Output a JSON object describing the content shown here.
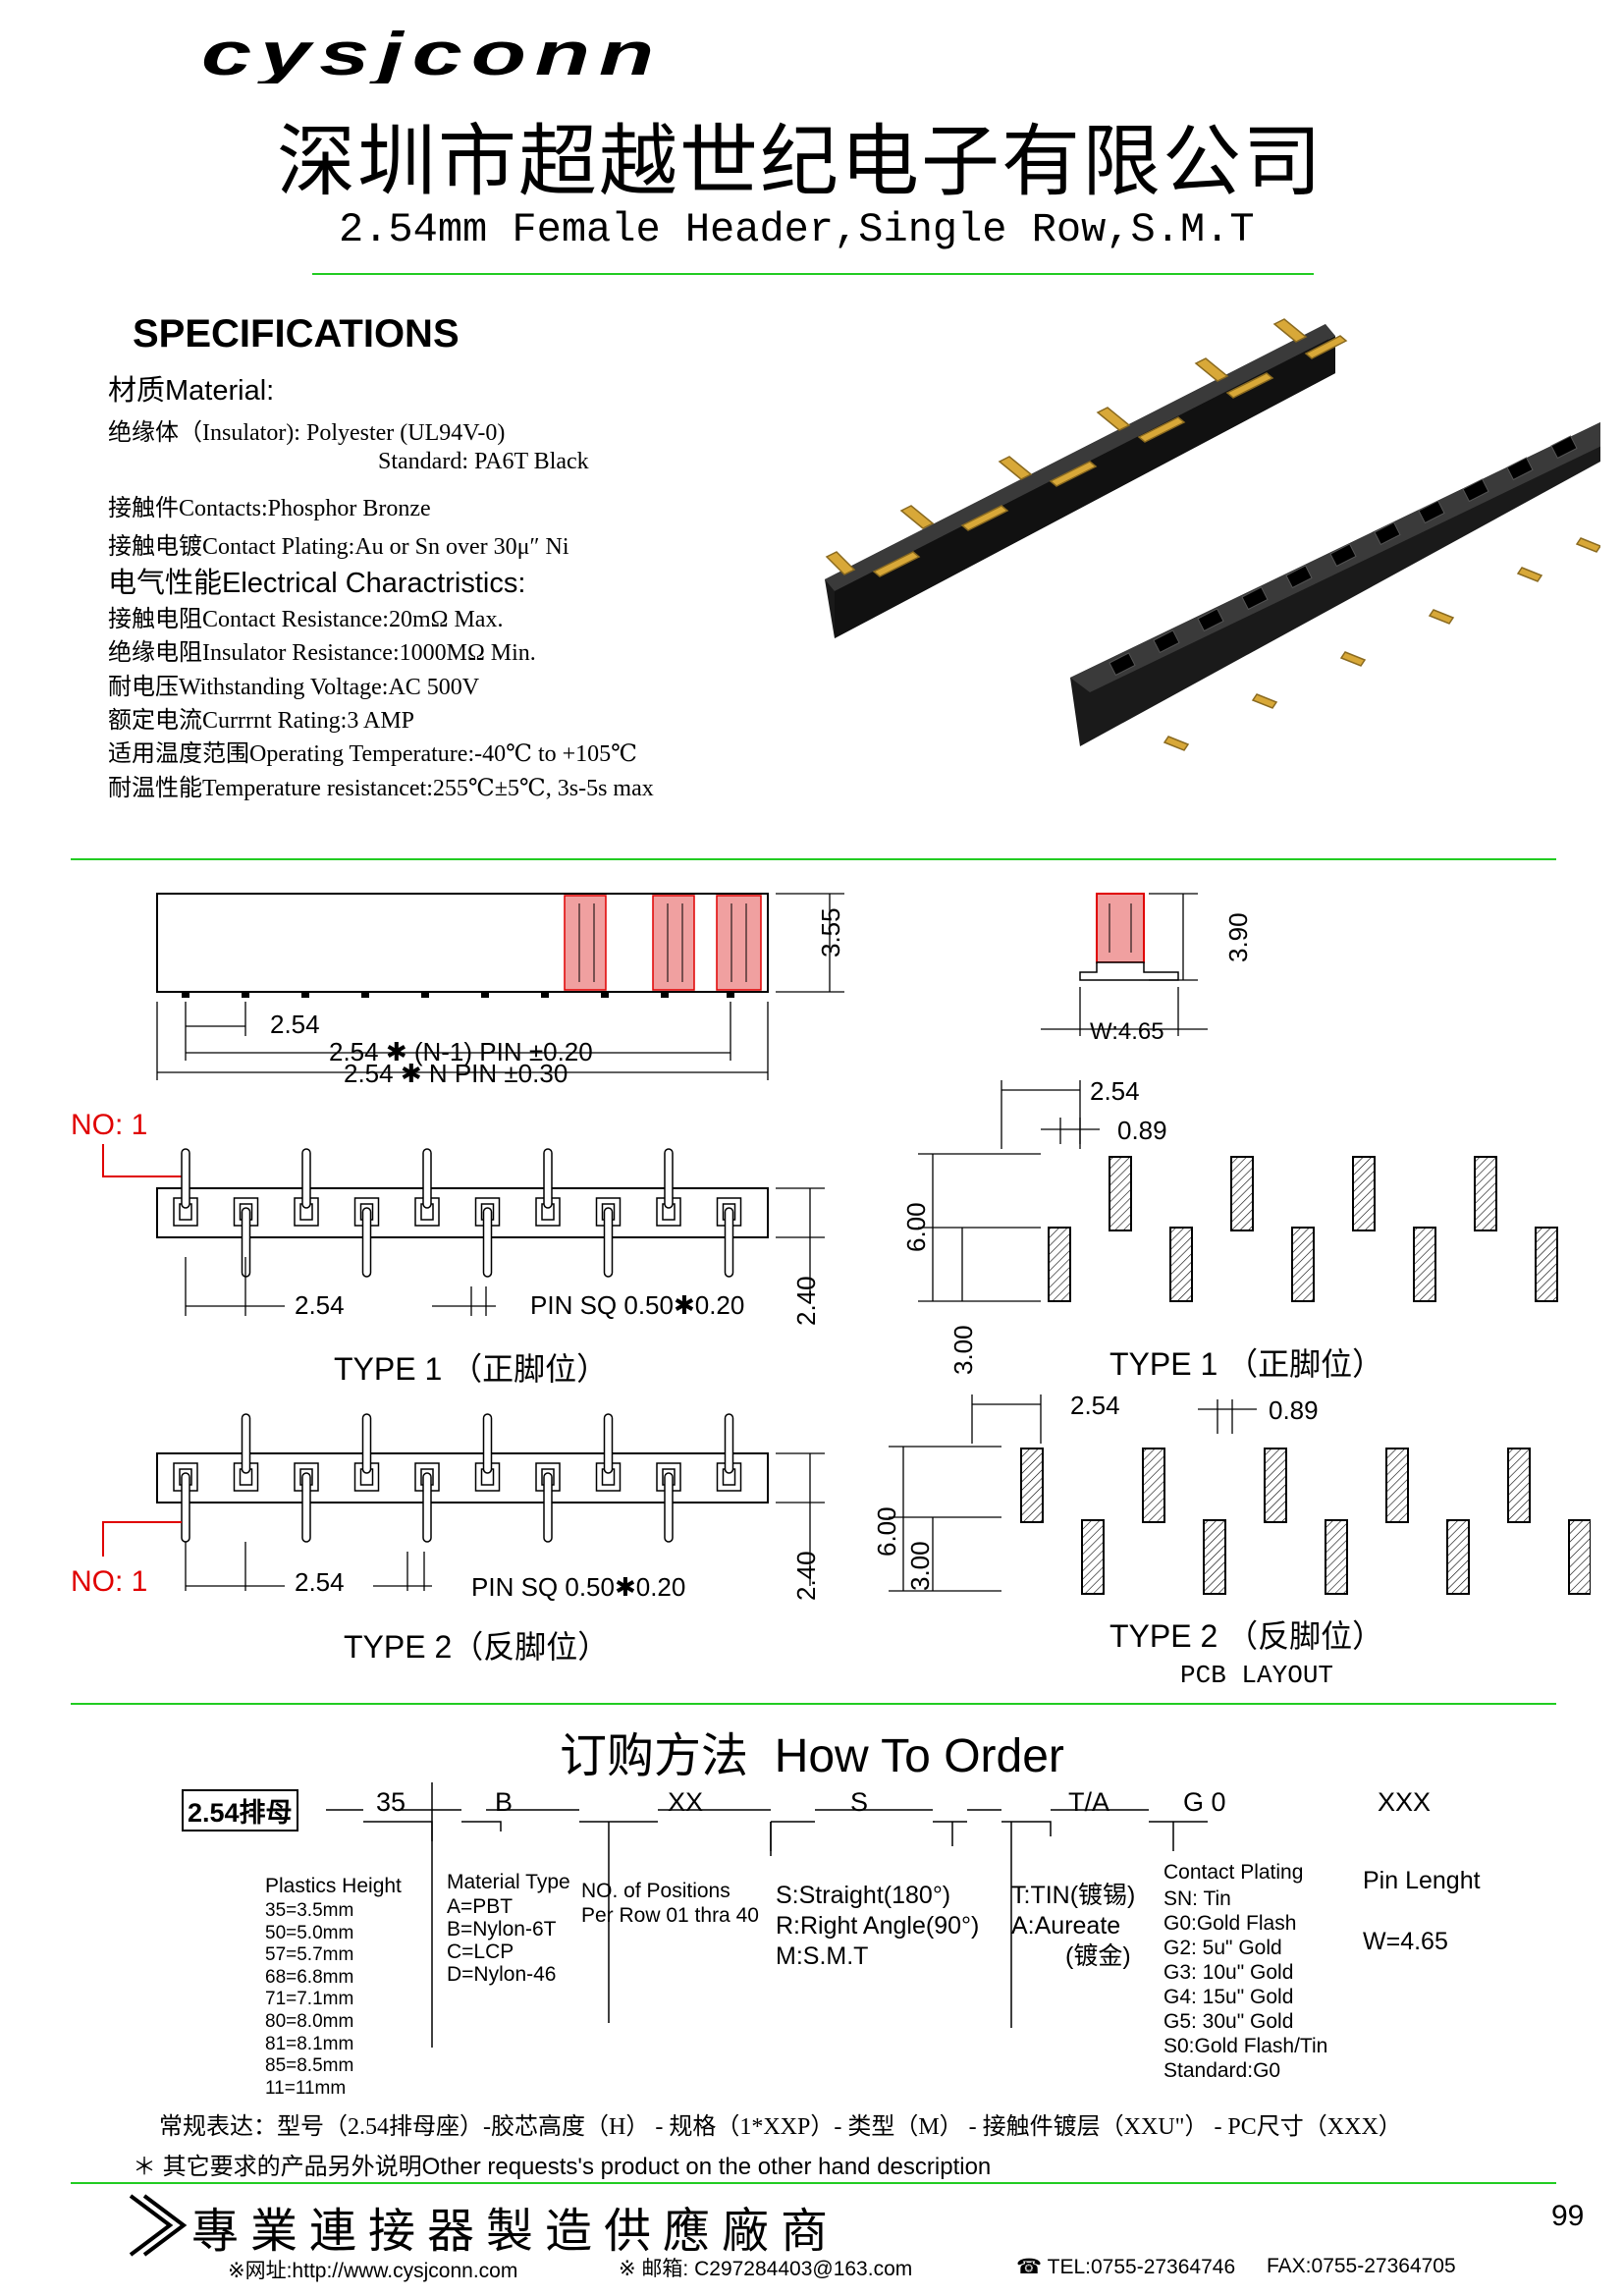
{
  "header": {
    "logo_text": "cysjconn",
    "company_cn": "深圳市超越世纪电子有限公司",
    "product_title": "2.54mm Female Header,Single Row,S.M.T"
  },
  "specs": {
    "heading": "SPECIFICATIONS",
    "material_heading": "材质Material:",
    "insulator_line": "绝缘体（Insulator): Polyester (UL94V-0)",
    "insulator_standard": "Standard: PA6T Black",
    "contacts_line": "接触件Contacts:Phosphor Bronze",
    "plating_line": "接触电镀Contact Plating:Au or Sn over 30μ″ Ni",
    "electrical_heading": "电气性能Electrical Charactristics:",
    "contact_resistance": "接触电阻Contact Resistance:20mΩ Max.",
    "insulator_resistance": "绝缘电阻Insulator Resistance:1000MΩ Min.",
    "withstanding_voltage": "耐电压Withstanding Voltage:AC 500V",
    "current_rating": "额定电流Currrnt Rating:3 AMP",
    "operating_temp": "适用温度范围Operating Temperature:-40℃ to +105℃",
    "temp_resistance": "耐温性能Temperature resistancet:255℃±5℃, 3s-5s max"
  },
  "drawing": {
    "dim_355": "3.55",
    "dim_390": "3.90",
    "dim_254": "2.54",
    "dim_n_minus_1": "2.54 ✱ (N-1) PIN ±0.20",
    "dim_n": "2.54 ✱ N PIN ±0.30",
    "dim_w": "W:4.65",
    "no1_label": "NO: 1",
    "pin_sq": "PIN SQ 0.50✱0.20",
    "dim_240": "2.40",
    "dim_089": "0.89",
    "dim_600": "6.00",
    "dim_300": "3.00",
    "type1_label": "TYPE 1 （正脚位）",
    "type2_label": "TYPE 2（反脚位）",
    "type2_right_label": "TYPE 2 （反脚位）",
    "pcb_layout": "PCB LAYOUT"
  },
  "order": {
    "title_cn": "订购方法",
    "title_en": "How To Order",
    "code_box": "2.54排母",
    "code_height": "35",
    "code_material": "B",
    "code_positions": "XX",
    "code_type": "S",
    "code_plating_base": "T/A",
    "code_plating": "G 0",
    "code_pcb": "XXX",
    "plastic_height_title": "Plastics Height",
    "plastic_heights": [
      "35=3.5mm",
      "50=5.0mm",
      "57=5.7mm",
      "68=6.8mm",
      "71=7.1mm",
      "80=8.0mm",
      "81=8.1mm",
      "85=8.5mm",
      "11=11mm"
    ],
    "material_title": "Material Type",
    "materials": [
      "A=PBT",
      "B=Nylon-6T",
      "C=LCP",
      "D=Nylon-46"
    ],
    "positions_title": "NO. of Positions",
    "positions_range": "Per Row 01 thra 40",
    "types": [
      "S:Straight(180°)",
      "R:Right Angle(90°)",
      "M:S.M.T"
    ],
    "base_plating": [
      "T:TIN(镀锡)",
      "A:Aureate",
      "(镀金)"
    ],
    "plating_title": "Contact Plating",
    "platings": [
      "SN: Tin",
      "G0:Gold Flash",
      "G2:  5u\" Gold",
      "G3: 10u\" Gold",
      "G4: 15u\" Gold",
      "G5: 30u\" Gold",
      "S0:Gold Flash/Tin",
      "Standard:G0"
    ],
    "pin_length": "Pin Lenght",
    "w_value": "W=4.65",
    "regular_expression": "常规表达：型号（2.54排母座）-胶芯高度（H） - 规格（1*XXP）- 类型（M） - 接触件镀层（XXU\"） - PC尺寸（XXX）",
    "other_requests": "＊ 其它要求的产品另外说明Other requests's product on the other hand description"
  },
  "footer": {
    "slogan": "專 業 連 接 器 製 造 供 應 廠 商",
    "page_number": "99",
    "website": "※网址:http://www.cysjconn.com",
    "email": "※ 邮箱: C297284403@163.com",
    "tel": "TEL:0755-27364746",
    "fax": "FAX:0755-27364705"
  },
  "colors": {
    "rule_green": "#22cc22",
    "label_red": "#e00000",
    "pin_gold": "#d8a838",
    "body_black": "#1a1a1a"
  }
}
